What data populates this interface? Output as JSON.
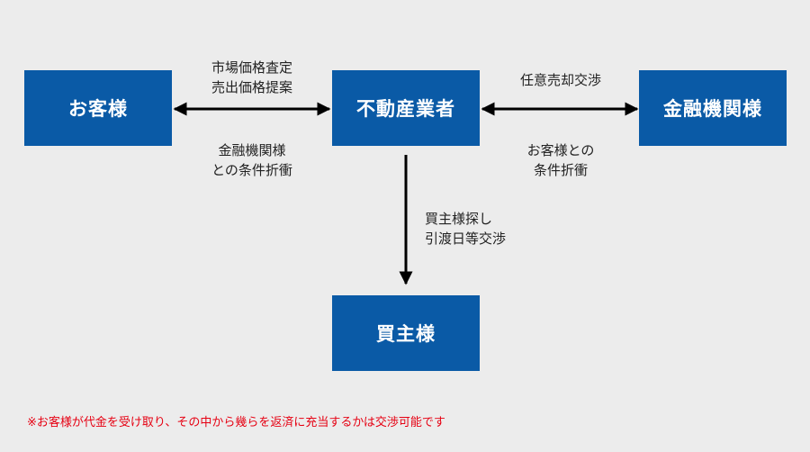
{
  "nodes": {
    "customer": "お客様",
    "agent": "不動産業者",
    "bank": "金融機関様",
    "buyer": "買主様"
  },
  "edges": {
    "customer_agent_top": [
      "市場価格査定",
      "売出価格提案"
    ],
    "customer_agent_bottom": [
      "金融機関様",
      "との条件折衝"
    ],
    "agent_bank_top": [
      "任意売却交渉"
    ],
    "agent_bank_bottom": [
      "お客様との",
      "条件折衝"
    ],
    "agent_buyer": [
      "買主様探し",
      "引渡日等交渉"
    ]
  },
  "note": "※お客様が代金を受け取り、その中から幾らを返済に充当するかは交渉可能です",
  "colors": {
    "box": "#0a5aa6",
    "background": "#ececec",
    "note": "#e60012",
    "arrow": "#000000"
  }
}
